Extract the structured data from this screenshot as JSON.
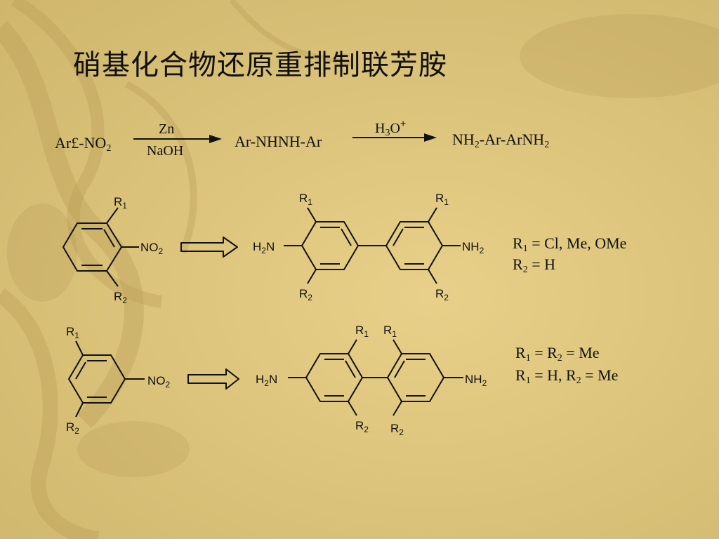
{
  "slide": {
    "title": "硝基化合物还原重排制联芳胺"
  },
  "reaction_scheme": {
    "reactant": {
      "main": "Ar£-NO",
      "sub": "2"
    },
    "step1": {
      "above": "Zn",
      "below": "NaOH"
    },
    "intermediate": "Ar-NHNH-Ar",
    "step2": {
      "h": "H",
      "sub": "3",
      "o": "O",
      "sup": "+"
    },
    "product": {
      "a": "NH",
      "a_sub": "2",
      "b": "-Ar-ArNH",
      "b_sub": "2"
    }
  },
  "scheme1": {
    "reactant_labels": {
      "r1": "R",
      "r1_sub": "1",
      "r2": "R",
      "r2_sub": "2",
      "no2": "NO",
      "no2_sub": "2"
    },
    "product_labels": {
      "nh2_left": "H",
      "nh2_left_sub": "2",
      "nh2_left_n": "N",
      "nh2_right": "NH",
      "nh2_right_sub": "2"
    },
    "conditions": [
      {
        "a": "R",
        "a_sub": "1",
        "rest": " = Cl, Me, OMe"
      },
      {
        "a": "R",
        "a_sub": "2",
        "rest": " = H"
      }
    ]
  },
  "scheme2": {
    "conditions": [
      {
        "a": "R",
        "a_sub": "1",
        "b": " = R",
        "b_sub": "2",
        "rest": " = Me"
      },
      {
        "a": "R",
        "a_sub": "1",
        "b": " = H, R",
        "b_sub": "2",
        "rest": " = Me"
      }
    ]
  },
  "colors": {
    "background": "#dcc47c",
    "swirl": "#b89a52",
    "ink": "#111111"
  }
}
